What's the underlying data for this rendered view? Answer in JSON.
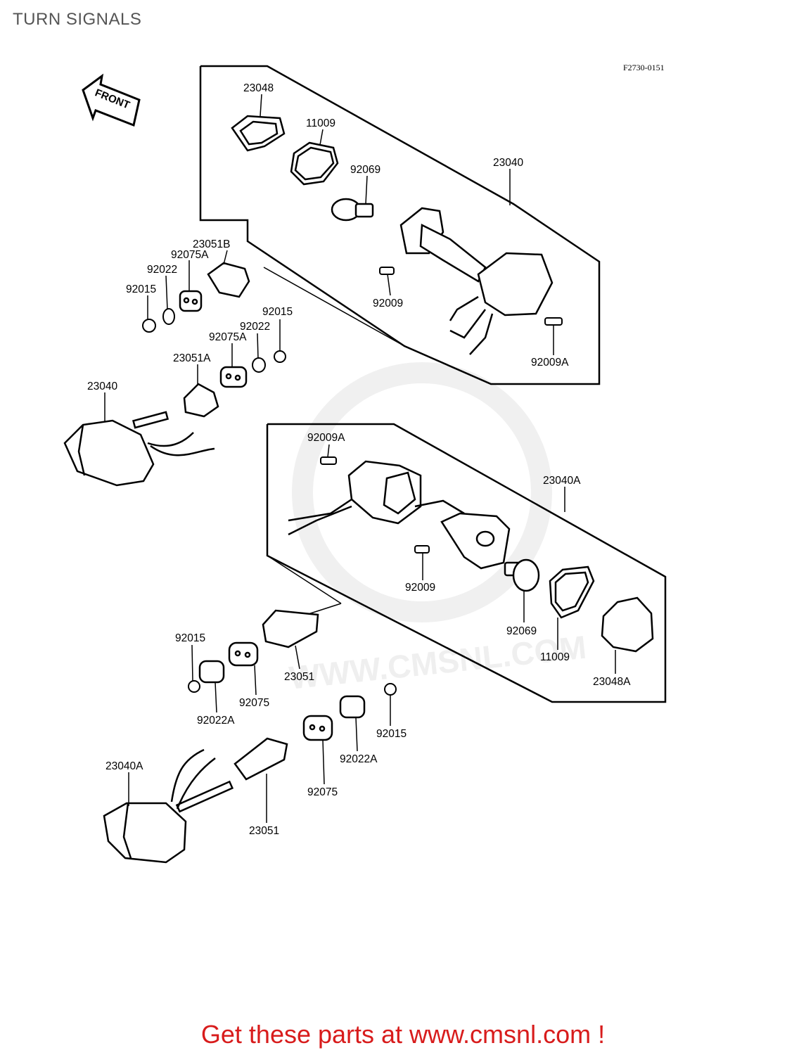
{
  "header": {
    "title": "TURN SIGNALS"
  },
  "diagram": {
    "reference_code": "F2730-0151",
    "direction_marker": "FRONT",
    "watermark": "WWW.CMSNL.COM",
    "labels": [
      "23048",
      "11009",
      "92069",
      "23040",
      "23051B",
      "92075A",
      "92022",
      "92015",
      "92009",
      "92009A",
      "92015",
      "92022",
      "92075A",
      "23051A",
      "23040",
      "92009A",
      "23040A",
      "92009",
      "92069",
      "11009",
      "23048A",
      "92015",
      "92075",
      "23051",
      "92022A",
      "92015",
      "92022A",
      "92075",
      "23040A",
      "23051"
    ]
  },
  "footer": {
    "text": "Get these parts at www.cmsnl.com !"
  },
  "colors": {
    "footer": "#d81c1c",
    "title": "#555555",
    "lines": "#000000",
    "watermark": "#efefef"
  }
}
